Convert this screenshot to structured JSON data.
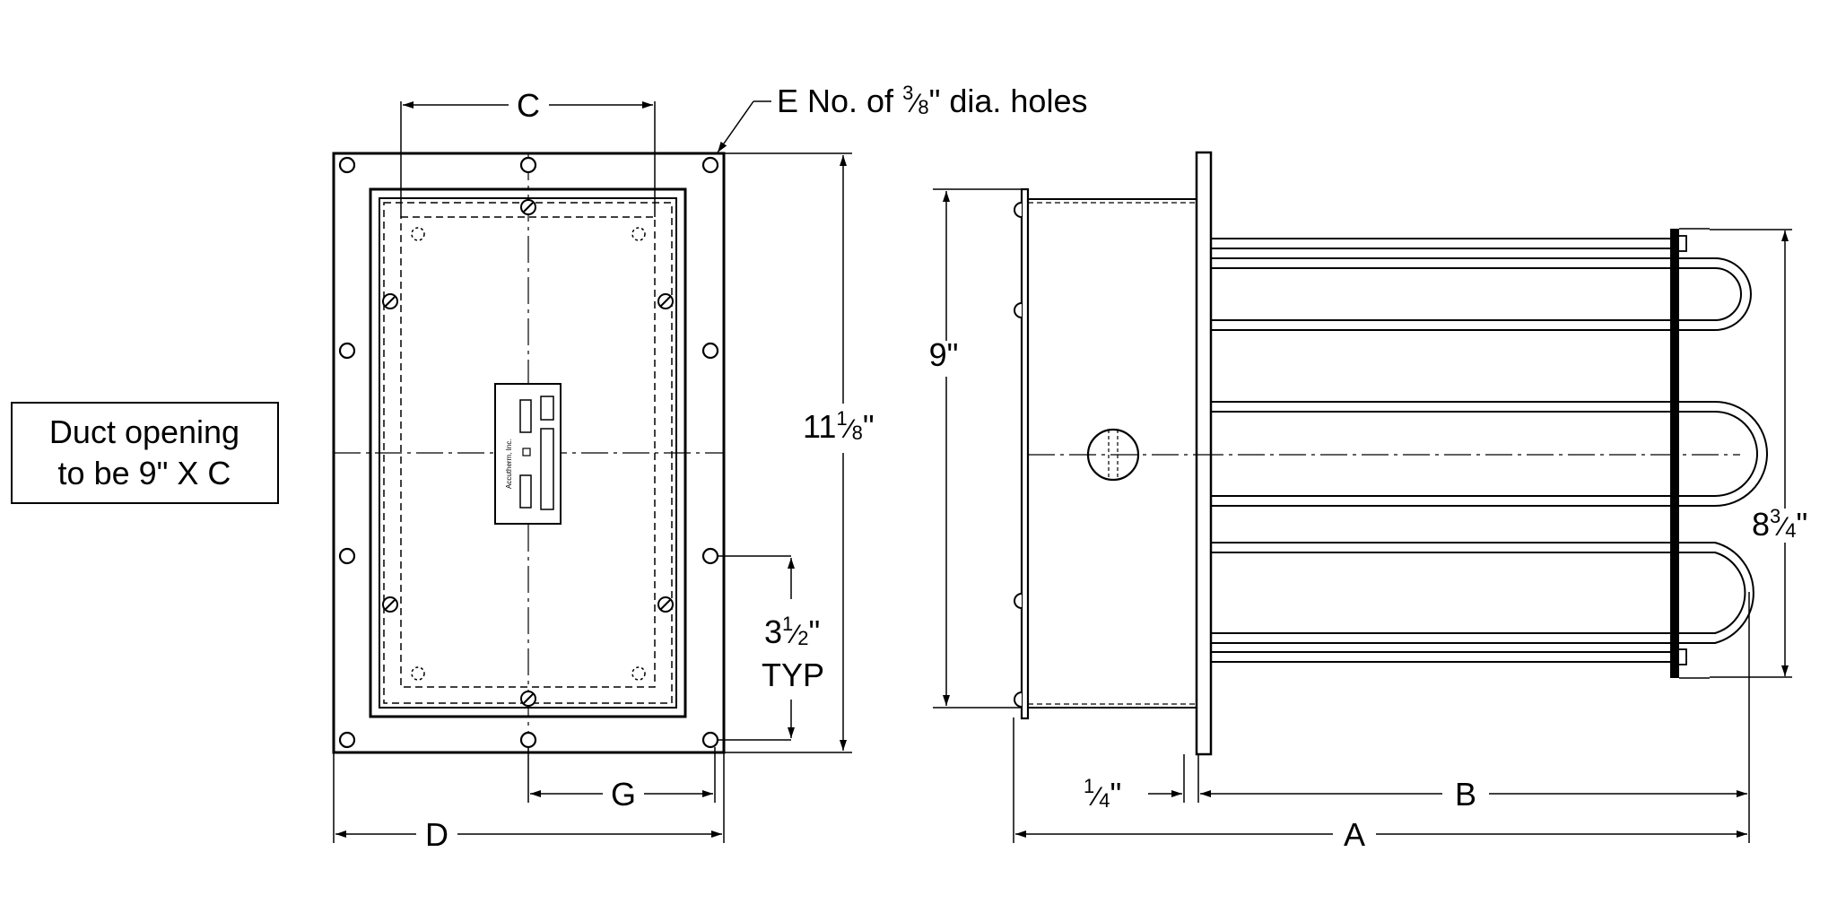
{
  "note_box": {
    "line1": "Duct opening",
    "line2": "to be 9\" X C"
  },
  "front_view": {
    "dim_C": "C",
    "dim_D": "D",
    "dim_G": "G",
    "callout_prefix": "E No. of ",
    "callout_frac_num": "3",
    "callout_frac_den": "8",
    "callout_suffix": "\" dia. holes",
    "height_whole": "11",
    "height_num": "1",
    "height_den": "8",
    "height_unit": "\"",
    "spacing_whole": "3",
    "spacing_num": "1",
    "spacing_den": "2",
    "spacing_unit": "\"",
    "spacing_typ": "TYP",
    "nameplate_text": "Accutherm, Inc."
  },
  "side_view": {
    "dim_9": "9\"",
    "dim_A": "A",
    "dim_B": "B",
    "flange_num": "1",
    "flange_den": "4",
    "flange_unit": "\"",
    "element_whole": "8",
    "element_num": "3",
    "element_den": "4",
    "element_unit": "\""
  }
}
